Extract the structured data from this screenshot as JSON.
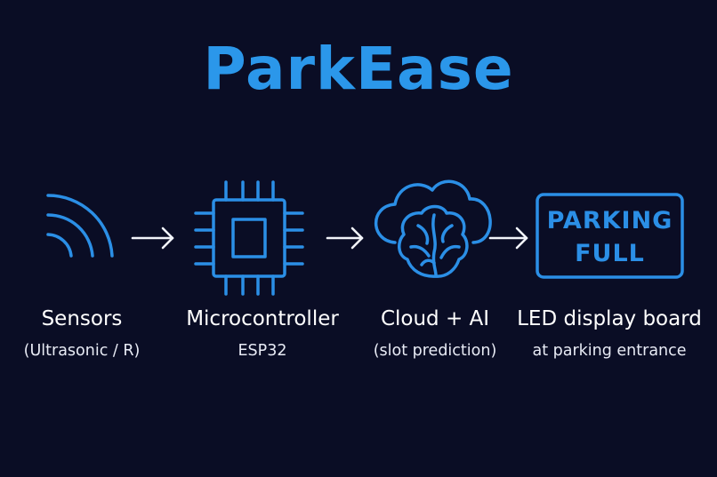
{
  "title": "ParkEase",
  "colors": {
    "background": "#0a0d25",
    "accent": "#2b97ea",
    "text": "#ffffff"
  },
  "steps": [
    {
      "icon": "signal-waves-icon",
      "label": "Sensors",
      "sublabel": "(Ultrasonic / R)"
    },
    {
      "icon": "microchip-icon",
      "label": "Microcontroller",
      "sublabel": "ESP32"
    },
    {
      "icon": "cloud-brain-icon",
      "label": "Cloud + AI",
      "sublabel": "(slot prediction)"
    },
    {
      "icon": "display-board-icon",
      "label": "LED display board",
      "sublabel": "at parking entrance"
    }
  ],
  "display_board": {
    "line1": "PARKING",
    "line2": "FULL"
  }
}
